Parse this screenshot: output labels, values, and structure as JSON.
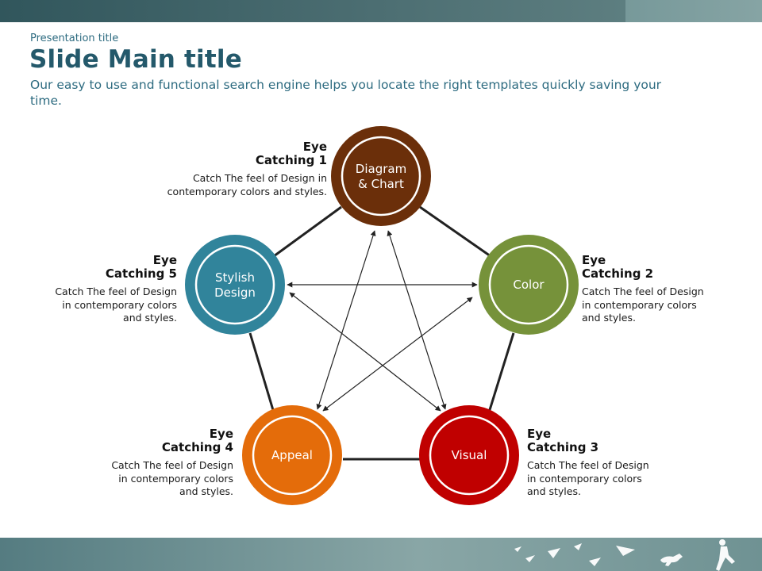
{
  "header": {
    "presentation_title": "Presentation title",
    "main_title": "Slide Main title",
    "subtitle": "Our easy to use and functional search engine helps you locate the right templates quickly saving your time."
  },
  "colors": {
    "brown": "#6b2f0a",
    "green": "#76923a",
    "red": "#c00000",
    "orange": "#e46c0a",
    "teal": "#31849b",
    "title": "#24596b"
  },
  "nodes": [
    {
      "id": "diagram-chart",
      "label_line1": "Diagram",
      "label_line2": "& Chart",
      "color": "#6b2f0a"
    },
    {
      "id": "color",
      "label_line1": "Color",
      "label_line2": "",
      "color": "#76923a"
    },
    {
      "id": "visual",
      "label_line1": "Visual",
      "label_line2": "",
      "color": "#c00000"
    },
    {
      "id": "appeal",
      "label_line1": "Appeal",
      "label_line2": "",
      "color": "#e46c0a"
    },
    {
      "id": "stylish-design",
      "label_line1": "Stylish",
      "label_line2": "Design",
      "color": "#31849b"
    }
  ],
  "captions": [
    {
      "head_line1": "Eye",
      "head_line2": "Catching 1",
      "desc": "Catch The feel of Design in contemporary colors and styles."
    },
    {
      "head_line1": "Eye",
      "head_line2": "Catching 2",
      "desc": "Catch The feel of Design in contemporary colors and styles."
    },
    {
      "head_line1": "Eye",
      "head_line2": "Catching 3",
      "desc": "Catch The feel of Design in contemporary colors and styles."
    },
    {
      "head_line1": "Eye",
      "head_line2": "Catching 4",
      "desc": "Catch The feel of Design in contemporary colors and styles."
    },
    {
      "head_line1": "Eye",
      "head_line2": "Catching 5",
      "desc": "Catch The feel of Design in contemporary colors and styles."
    }
  ]
}
